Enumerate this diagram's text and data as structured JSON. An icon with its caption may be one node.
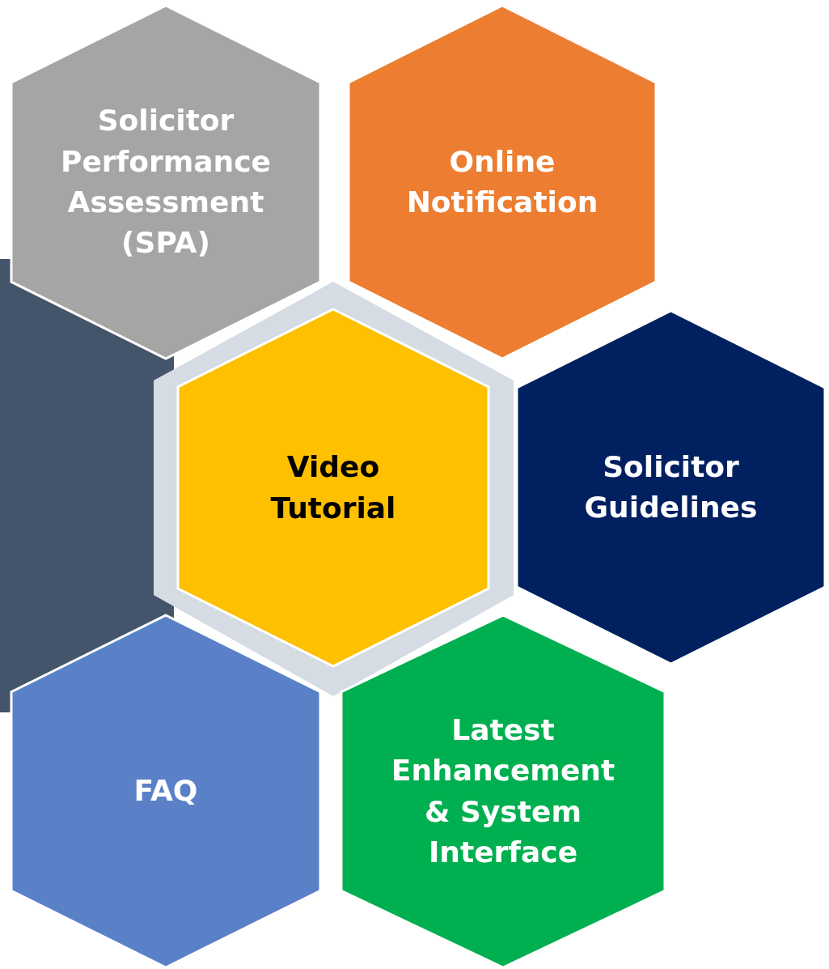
{
  "diagram": {
    "nodes": [
      {
        "text": [
          "Solicitor Performance Assessment (SPA)"
        ]
      },
      {
        "text": [
          "Online Notification"
        ]
      },
      {
        "text": [
          "Video Tutorial"
        ]
      },
      {
        "text": [
          "Solicitor Guidelines"
        ]
      },
      {
        "text": [
          "FAQ"
        ]
      },
      {
        "text": [
          "Latest Enhancement & System Interface"
        ]
      }
    ]
  }
}
